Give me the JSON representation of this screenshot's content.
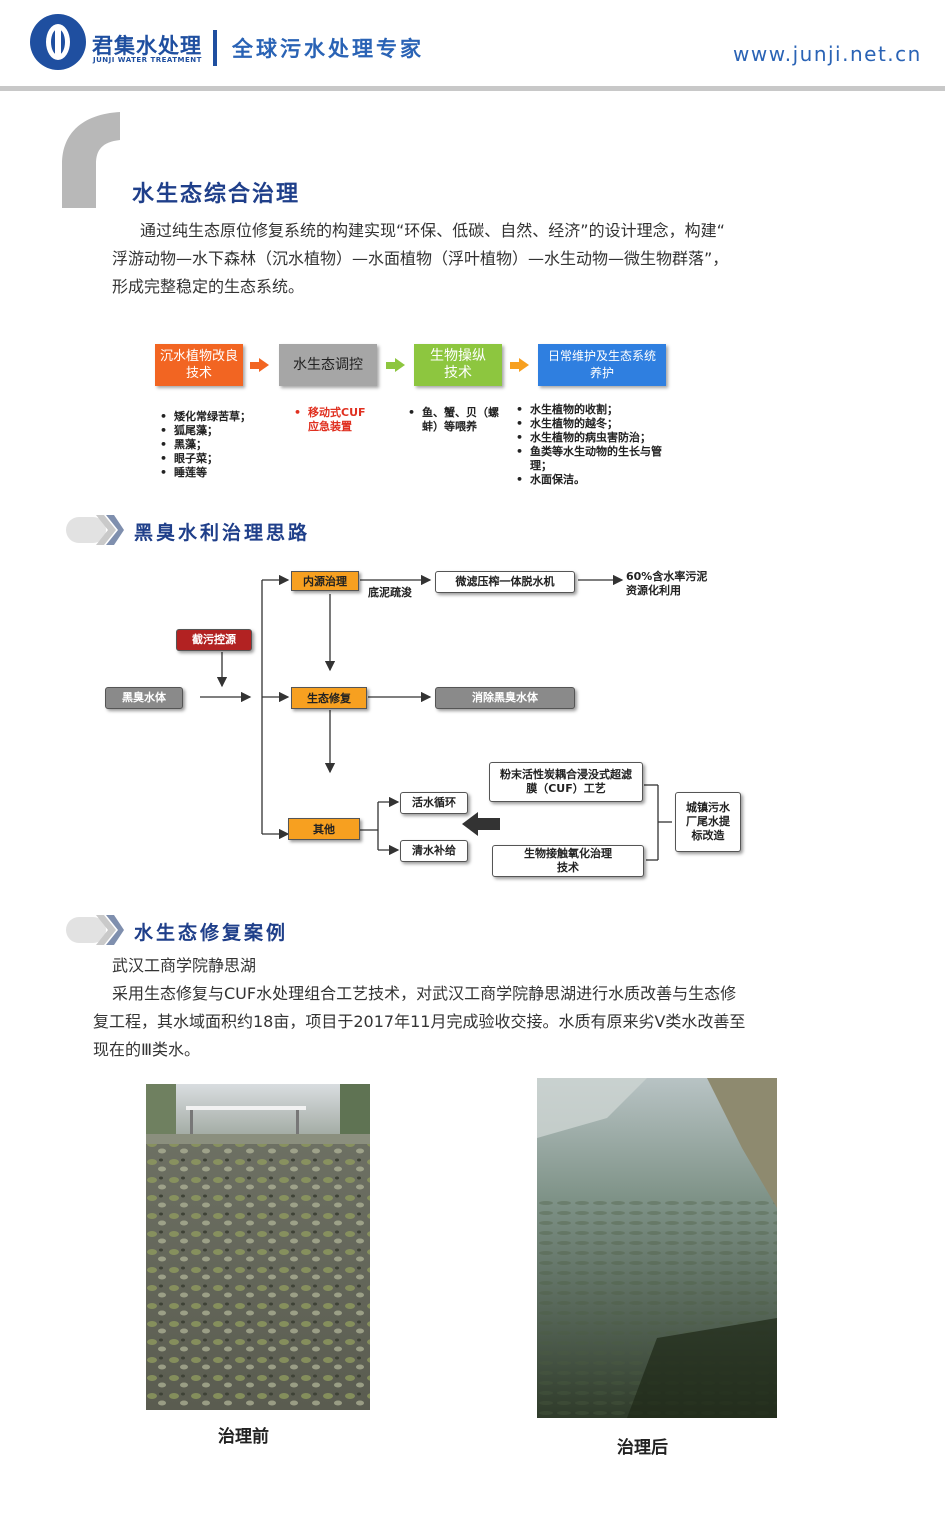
{
  "header": {
    "brand_cn": "君集水处理",
    "brand_en": "JUNJI WATER TREATMENT",
    "slogan": "全球污水处理专家",
    "website": "www.junji.net.cn"
  },
  "section1": {
    "title": "水生态综合治理",
    "para_lines": [
      "通过纯生态原位修复系统的构建实现“环保、低碳、自然、经济”的设计理念，构建“",
      "浮游动物—水下森林（沉水植物）—水面植物（浮叶植物）—水生动物—微生物群落”，",
      "形成完整稳定的生态系统。"
    ],
    "flow": {
      "boxes": [
        "沉水植物改良技术",
        "水生态调控",
        "生物操纵技术",
        "日常维护及生态系统养护"
      ],
      "list1": [
        "矮化常绿苦草；",
        "狐尾藻；",
        "黑藻；",
        "眼子菜；",
        "睡莲等"
      ],
      "list2": [
        "移动式CUF应急装置"
      ],
      "list3": [
        "鱼、蟹、贝（螺蚌）等喂养"
      ],
      "list4": [
        "水生植物的收割；",
        "水生植物的越冬；",
        "水生植物的病虫害防治；",
        "鱼类等水生动物的生长与管理；",
        "水面保洁。"
      ]
    }
  },
  "section2": {
    "title": "黑臭水利治理思路",
    "nodes": {
      "source_control": "截污控源",
      "black_water": "黑臭水体",
      "internal": "内源治理",
      "ecological": "生态修复",
      "other": "其他",
      "dewater": "微滤压榨一体脱水机",
      "sludge": "60%含水率污泥资源化利用",
      "eliminate": "消除黑臭水体",
      "circulation": "活水循环",
      "clean_supply": "清水补给",
      "cuf": "粉末活性炭耦合浸没式超滤膜（CUF）工艺",
      "bio_contact": "生物接触氧化治理技术",
      "plant": "城镇污水厂尾水提标改造"
    },
    "labels": {
      "dredge": "底泥疏浚"
    }
  },
  "section3": {
    "title": "水生态修复案例",
    "case_name": "武汉工商学院静思湖",
    "para_lines": [
      "采用生态修复与CUF水处理组合工艺技术，对武汉工商学院静思湖进行水质改善与生态修",
      "复工程，其水域面积约18亩，项目于2017年11月完成验收交接。水质有原来劣V类水改善至",
      "现在的Ⅲ类水。"
    ],
    "before_caption": "治理前",
    "after_caption": "治理后"
  },
  "colors": {
    "brand_blue": "#1f4fa0",
    "orange": "#f26522",
    "gray_box": "#a6a6a6",
    "green_box": "#8dc63f",
    "blue_box": "#2f7fe0",
    "dark_red": "#b22222",
    "amber": "#f7a020"
  }
}
